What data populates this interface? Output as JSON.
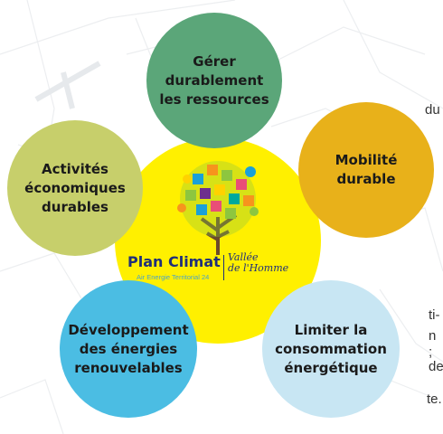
{
  "side_text": {
    "line1": "du",
    "line2": "ti-",
    "line3": "n ;",
    "line4": "de",
    "line5": "te."
  },
  "circles": [
    {
      "label": "Gérer\ndurablement\nles ressources",
      "color": "#5ba679"
    },
    {
      "label": "Mobilité\ndurable",
      "color": "#e8b11a"
    },
    {
      "label": "Limiter la\nconsommation\nénergétique",
      "color": "#c8e6f3"
    },
    {
      "label": "Développement\ndes énergies\nrenouvelables",
      "color": "#4bbde3"
    },
    {
      "label": "Activités\néconomiques\ndurables",
      "color": "#c7cf6b"
    }
  ],
  "center": {
    "color": "#fff000",
    "logo_main": "Plan Climat",
    "logo_sub": "Air Energie Territorial 24",
    "logo_script": "Vallée\nde l'Homme"
  }
}
